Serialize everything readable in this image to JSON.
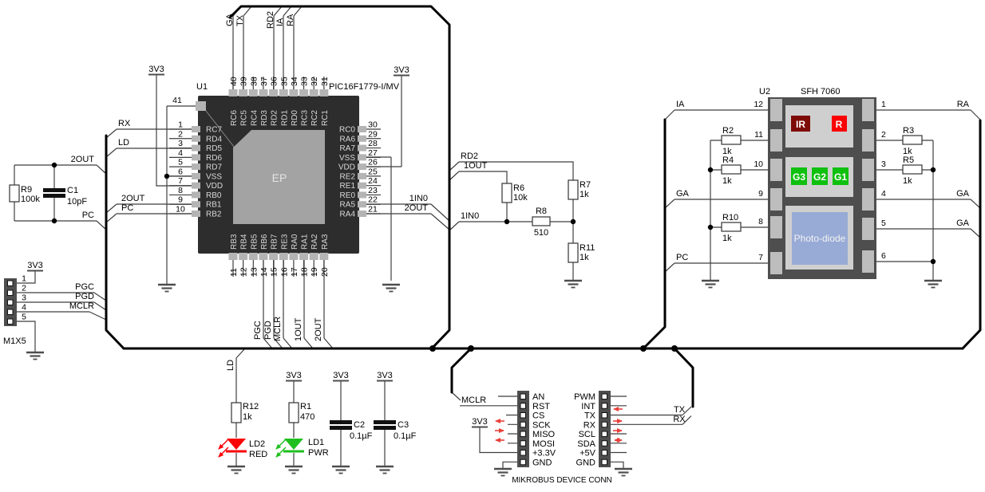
{
  "u1": {
    "refdes": "U1",
    "part": "PIC16F1779-I/MV",
    "ep": "EP",
    "pin41": "41",
    "top": [
      {
        "num": "40",
        "name": "RC6"
      },
      {
        "num": "39",
        "name": "RC5"
      },
      {
        "num": "38",
        "name": "RC4"
      },
      {
        "num": "37",
        "name": "RD3"
      },
      {
        "num": "36",
        "name": "RD2"
      },
      {
        "num": "35",
        "name": "RD1"
      },
      {
        "num": "34",
        "name": "RD0"
      },
      {
        "num": "33",
        "name": "RC3"
      },
      {
        "num": "32",
        "name": "RC2"
      },
      {
        "num": "31",
        "name": "RC1"
      }
    ],
    "left": [
      {
        "num": "1",
        "name": "RC7"
      },
      {
        "num": "2",
        "name": "RD4"
      },
      {
        "num": "3",
        "name": "RD5"
      },
      {
        "num": "4",
        "name": "RD6"
      },
      {
        "num": "5",
        "name": "RD7"
      },
      {
        "num": "6",
        "name": "VSS"
      },
      {
        "num": "7",
        "name": "VDD"
      },
      {
        "num": "8",
        "name": "RB0"
      },
      {
        "num": "9",
        "name": "RB1"
      },
      {
        "num": "10",
        "name": "RB2"
      }
    ],
    "right": [
      {
        "num": "30",
        "name": "RC0"
      },
      {
        "num": "29",
        "name": "RA6"
      },
      {
        "num": "28",
        "name": "RA7"
      },
      {
        "num": "27",
        "name": "VSS"
      },
      {
        "num": "26",
        "name": "VDD"
      },
      {
        "num": "25",
        "name": "RE2"
      },
      {
        "num": "24",
        "name": "RE1"
      },
      {
        "num": "23",
        "name": "RE0"
      },
      {
        "num": "22",
        "name": "RA5"
      },
      {
        "num": "21",
        "name": "RA4"
      }
    ],
    "bottom": [
      {
        "num": "11",
        "name": "RB3"
      },
      {
        "num": "12",
        "name": "RB4"
      },
      {
        "num": "13",
        "name": "RB5"
      },
      {
        "num": "14",
        "name": "RB6"
      },
      {
        "num": "15",
        "name": "RB7"
      },
      {
        "num": "16",
        "name": "RE3"
      },
      {
        "num": "17",
        "name": "RA0"
      },
      {
        "num": "18",
        "name": "RA1"
      },
      {
        "num": "19",
        "name": "RA2"
      },
      {
        "num": "20",
        "name": "RA3"
      }
    ]
  },
  "u2": {
    "refdes": "U2",
    "part": "SFH 7060",
    "left_pins": [
      "12",
      "11",
      "10",
      "9",
      "8",
      "7"
    ],
    "right_pins": [
      "1",
      "2",
      "3",
      "4",
      "5",
      "6"
    ],
    "emitters": [
      "IR",
      "R"
    ],
    "greens": [
      "G3",
      "G2",
      "G1"
    ],
    "photodiode": "Photo-diode"
  },
  "nets": {
    "v33": "3V3",
    "rx": "RX",
    "ld": "LD",
    "out2": "2OUT",
    "pc": "PC",
    "pgc": "PGC",
    "pgd": "PGD",
    "mclr": "MCLR",
    "out1": "1OUT",
    "in10": "1IN0",
    "rd2": "RD2",
    "ga": "GA",
    "tx": "TX",
    "ia": "IA",
    "ra": "RA"
  },
  "resistors": {
    "r9": [
      "R9",
      "100k"
    ],
    "r6": [
      "R6",
      "10k"
    ],
    "r7": [
      "R7",
      "1k"
    ],
    "r8": [
      "R8",
      "510"
    ],
    "r11": [
      "R11",
      "1k"
    ],
    "r12": [
      "R12",
      "1k"
    ],
    "r1": [
      "R1",
      "470"
    ],
    "r2": [
      "R2",
      "1k"
    ],
    "r3": [
      "R3",
      "1k"
    ],
    "r4": [
      "R4",
      "1k"
    ],
    "r5": [
      "R5",
      "1k"
    ],
    "r10": [
      "R10",
      "1k"
    ]
  },
  "capacitors": {
    "c1": [
      "C1",
      "10pF"
    ],
    "c2": [
      "C2",
      "0.1µF"
    ],
    "c3": [
      "C3",
      "0.1µF"
    ]
  },
  "leds": {
    "ld2": [
      "LD2",
      "RED"
    ],
    "ld1": [
      "LD1",
      "PWR"
    ]
  },
  "m1x5": {
    "label": "M1X5",
    "pins": [
      "1",
      "2",
      "3",
      "4",
      "5"
    ]
  },
  "mikrobus": {
    "caption": "MIKROBUS DEVICE CONN",
    "left": [
      "AN",
      "RST",
      "CS",
      "SCK",
      "MISO",
      "MOSI",
      "+3.3V",
      "GND"
    ],
    "right": [
      "PWM",
      "INT",
      "TX",
      "RX",
      "SCL",
      "SDA",
      "+5V",
      "GND"
    ]
  },
  "colors": {
    "emitter_ir": "#7d0b07",
    "emitter_red": "#fa0200",
    "emitter_green": "#0fc00f",
    "photodiode": "#98abd6",
    "led_red": "#fb0207",
    "led_green": "#1fbf1f",
    "arrow_red": "#e8403a",
    "chip_body": "#2d2d2d",
    "sensor_body": "#4e4e4e"
  }
}
